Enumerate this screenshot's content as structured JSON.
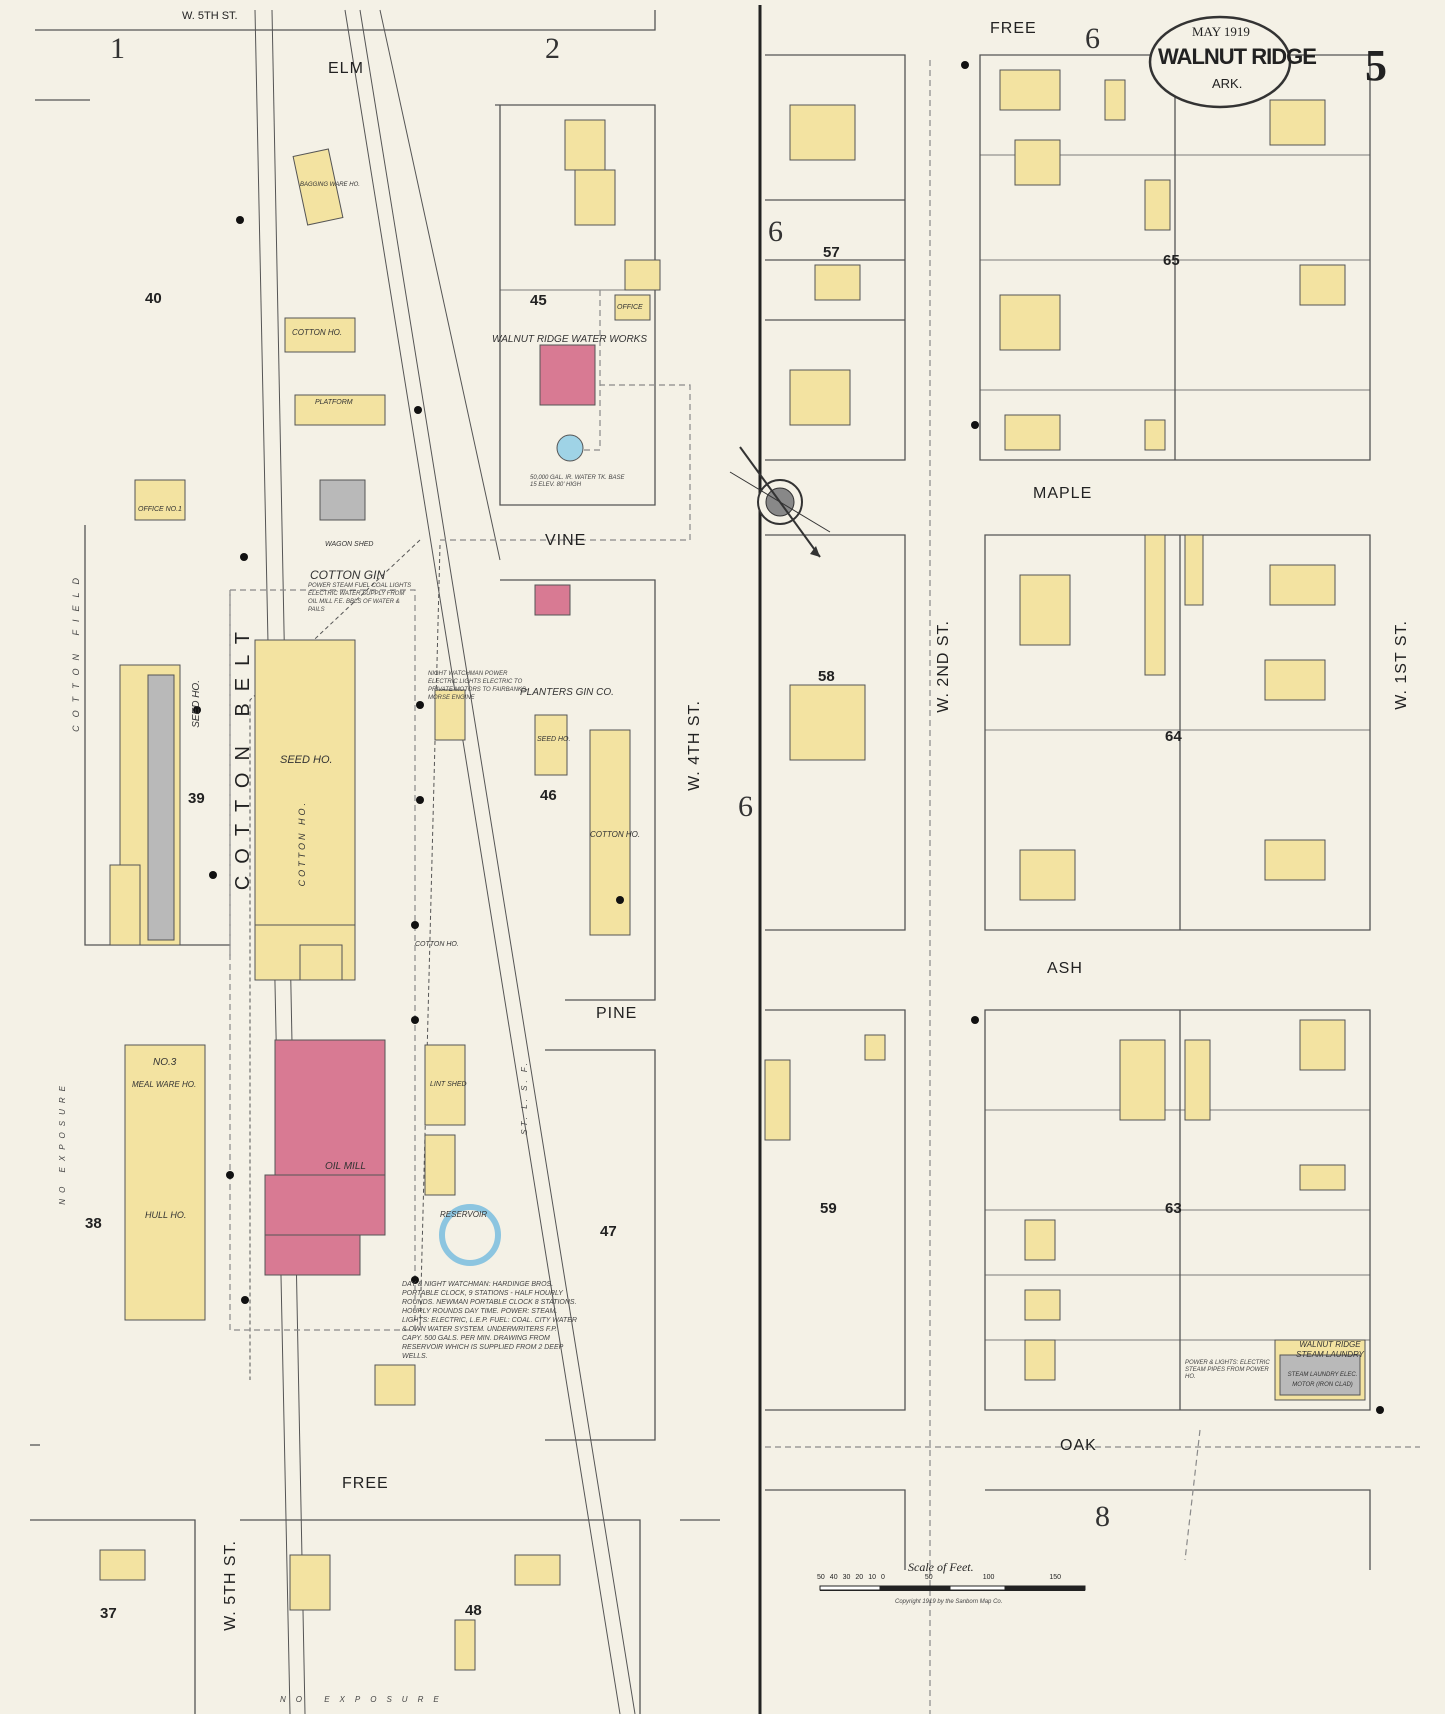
{
  "header": {
    "date": "MAY 1919",
    "town": "WALNUT RIDGE",
    "state": "ARK.",
    "sheet_number": "5"
  },
  "streets": {
    "free_top": "FREE",
    "elm": "ELM",
    "w5th_top": "W. 5TH ST.",
    "vine": "VINE",
    "maple": "MAPLE",
    "ash": "ASH",
    "pine": "PINE",
    "oak": "OAK",
    "free_bottom": "FREE",
    "w4th": "W. 4TH ST.",
    "w2nd": "W. 2ND ST.",
    "w1st": "W. 1ST ST.",
    "w5th_bottom": "W. 5TH ST.",
    "cotton_belt": "COTTON BELT",
    "cotton_field": "COTTON FIELD",
    "no_exposure_left": "NO EXPOSURE",
    "no_exposure_bottom": "NO EXPOSURE",
    "st_lsf": "ST. L. S. F."
  },
  "key_sheets": {
    "k1": "1",
    "k2": "2",
    "k6_top": "6",
    "k6_mid": "6",
    "k6_center": "6",
    "k8": "8"
  },
  "blocks": {
    "b37": "37",
    "b38": "38",
    "b39": "39",
    "b40": "40",
    "b45": "45",
    "b46": "46",
    "b47": "47",
    "b48": "48",
    "b57": "57",
    "b58": "58",
    "b59": "59",
    "b63": "63",
    "b64": "64",
    "b65": "65"
  },
  "buildings": {
    "cotton_gin": "COTTON GIN",
    "water_works": "WALNUT RIDGE WATER WORKS",
    "planters_gin": "PLANTERS GIN CO.",
    "oil_mill": "OIL MILL",
    "reservoir": "RESERVOIR",
    "seed_ho_main": "SEED HO.",
    "seed_ho_left": "SEED HO.",
    "seed_ho_small": "SEED HO.",
    "cotton_ho_top": "COTTON HO.",
    "cotton_ho_mid": "COTTON HO.",
    "cotton_ho_small": "COTTON HO.",
    "cotton_ho_right": "COTTON HO.",
    "meal_ware_ho": "MEAL WARE HO.",
    "hull_ho": "HULL HO.",
    "no3": "NO.3",
    "office_no1": "OFFICE NO.1",
    "office_right": "OFFICE",
    "bagging_ware_ho": "BAGGING WARE HO.",
    "platform": "PLATFORM",
    "wagon_shed": "WAGON SHED",
    "lint_shed": "LINT SHED",
    "steam_laundry": "WALNUT RIDGE STEAM LAUNDRY",
    "steam_laundry_detail": "STEAM LAUNDRY ELEC. MOTOR (IRON CLAD)",
    "tank": "50,000 GAL. IR. WATER TK. BASE 15 ELEV. 80' HIGH"
  },
  "notes": {
    "gin_note": "POWER STEAM FUEL COAL LIGHTS ELECTRIC WATER SUPPLY FROM OIL MILL F.E. BBLS OF WATER & PAILS",
    "planters_note": "NIGHT WATCHMAN POWER ELECTRIC LIGHTS ELECTRIC TO PRIVATE MOTORS TO FAIRBANKS-MORSE ENGINE",
    "oil_mill_note": "DAY & NIGHT WATCHMAN: HARDINGE BROS. PORTABLE CLOCK, 9 STATIONS - HALF HOURLY ROUNDS. NEWMAN PORTABLE CLOCK 8 STATIONS. HOURLY ROUNDS DAY TIME. POWER: STEAM. LIGHTS: ELECTRIC, L.E.P. FUEL: COAL. CITY WATER & OWN WATER SYSTEM. UNDERWRITERS F.P. CAPY. 500 GALS. PER MIN. DRAWING FROM RESERVOIR WHICH IS SUPPLIED FROM 2 DEEP WELLS.",
    "laundry_note": "POWER & LIGHTS: ELECTRIC STEAM PIPES FROM POWER HO."
  },
  "scale": {
    "title": "Scale of Feet.",
    "ticks": [
      "50",
      "40",
      "30",
      "20",
      "10",
      "0",
      "50",
      "100",
      "150"
    ],
    "copyright": "Copyright 1919 by the Sanborn Map Co."
  },
  "colors": {
    "paper": "#f4f1e6",
    "frame": "#f3e3a1",
    "brick": "#d87a93",
    "street_line": "#444444",
    "pipe": "#8a8a8a"
  }
}
